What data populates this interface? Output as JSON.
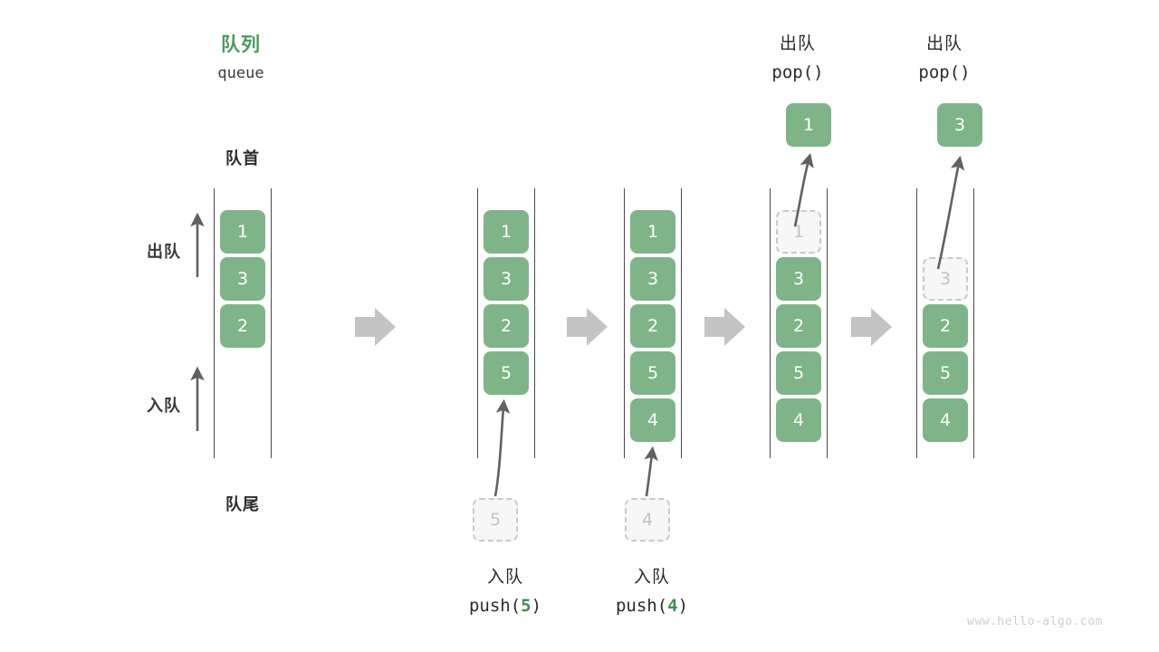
{
  "header": {
    "title_cn": "队列",
    "title_en": "queue",
    "accent_color": "#4c9a5d"
  },
  "labels": {
    "front": "队首",
    "rear": "队尾",
    "dequeue_side": "出队",
    "enqueue_side": "入队"
  },
  "colors": {
    "element": "#7fb488",
    "element_text": "#ffffff",
    "ghost_fill": "#f7f7f7",
    "ghost_border": "#c9c9c9",
    "ghost_text": "#c3c3c3",
    "rail": "#4a4a4a",
    "flow_arrow": "#c4c4c4",
    "motion_arrow": "#616161",
    "text": "#2b2b2b"
  },
  "columns": [
    {
      "id": "initial",
      "op_cn": "",
      "op_code": "",
      "op_value": "",
      "items": [
        {
          "value": "1",
          "state": "filled"
        },
        {
          "value": "3",
          "state": "filled"
        },
        {
          "value": "2",
          "state": "filled"
        }
      ],
      "incoming": null,
      "popped": null
    },
    {
      "id": "push-5",
      "op_cn": "入队",
      "op_code_prefix": "push(",
      "op_value": "5",
      "op_code_suffix": ")",
      "items": [
        {
          "value": "1",
          "state": "filled"
        },
        {
          "value": "3",
          "state": "filled"
        },
        {
          "value": "2",
          "state": "filled"
        },
        {
          "value": "5",
          "state": "filled"
        }
      ],
      "incoming": {
        "value": "5",
        "state": "ghost"
      },
      "popped": null
    },
    {
      "id": "push-4",
      "op_cn": "入队",
      "op_code_prefix": "push(",
      "op_value": "4",
      "op_code_suffix": ")",
      "items": [
        {
          "value": "1",
          "state": "filled"
        },
        {
          "value": "3",
          "state": "filled"
        },
        {
          "value": "2",
          "state": "filled"
        },
        {
          "value": "5",
          "state": "filled"
        },
        {
          "value": "4",
          "state": "filled"
        }
      ],
      "incoming": {
        "value": "4",
        "state": "ghost"
      },
      "popped": null
    },
    {
      "id": "pop-1",
      "op_cn": "出队",
      "op_code_prefix": "pop(",
      "op_value": "",
      "op_code_suffix": ")",
      "items": [
        {
          "value": "1",
          "state": "ghost"
        },
        {
          "value": "3",
          "state": "filled"
        },
        {
          "value": "2",
          "state": "filled"
        },
        {
          "value": "5",
          "state": "filled"
        },
        {
          "value": "4",
          "state": "filled"
        }
      ],
      "incoming": null,
      "popped": {
        "value": "1",
        "state": "filled"
      }
    },
    {
      "id": "pop-3",
      "op_cn": "出队",
      "op_code_prefix": "pop(",
      "op_value": "",
      "op_code_suffix": ")",
      "items": [
        {
          "value": "3",
          "state": "ghost"
        },
        {
          "value": "2",
          "state": "filled"
        },
        {
          "value": "5",
          "state": "filled"
        },
        {
          "value": "4",
          "state": "filled"
        }
      ],
      "incoming": null,
      "popped": {
        "value": "3",
        "state": "filled"
      }
    }
  ],
  "flow_arrows": 4,
  "watermark": "www.hello-algo.com"
}
